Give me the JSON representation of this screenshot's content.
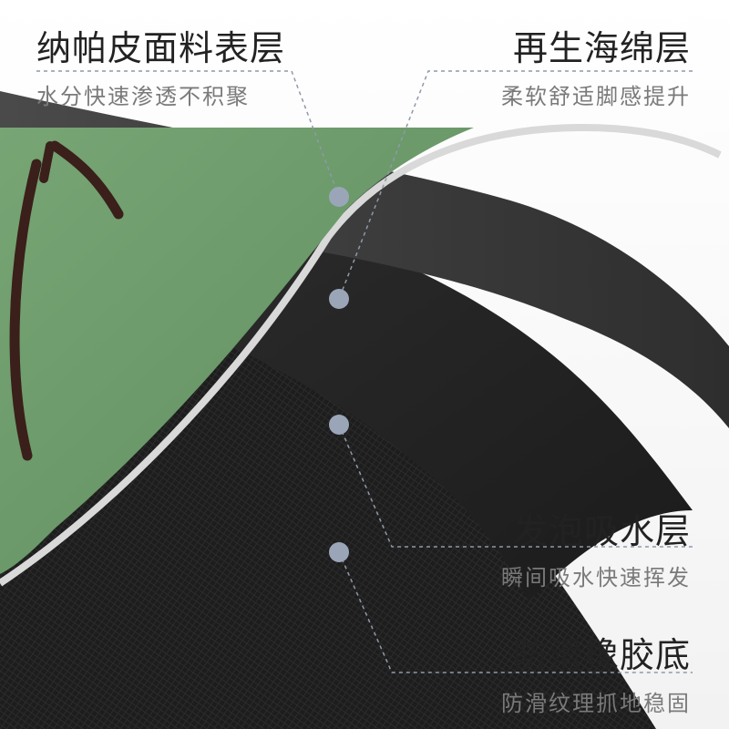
{
  "layers": [
    {
      "title": "纳帕皮面料表层",
      "subtitle": "水分快速渗透不积聚"
    },
    {
      "title": "再生海绵层",
      "subtitle": "柔软舒适脚感提升"
    },
    {
      "title": "发泡吸水层",
      "subtitle": "瞬间吸水快速挥发"
    },
    {
      "title": "防滑橡胶底",
      "subtitle": "防滑纹理抓地稳固"
    }
  ],
  "colors": {
    "fabric_green": "#6f9c6d",
    "sponge_gray": "#3b3b3b",
    "foam_dark": "#262626",
    "rubber_dark": "#1c1c1c",
    "pattern_brown": "#3a1f1a",
    "dot": "#9aa6b8"
  }
}
